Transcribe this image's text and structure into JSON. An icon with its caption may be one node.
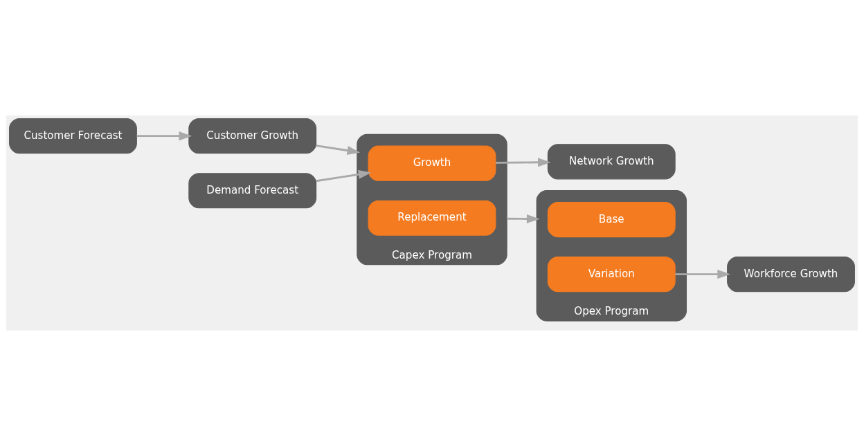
{
  "diagram": {
    "nodes": [
      {
        "text": [
          "Customer Forecast"
        ]
      },
      {
        "text": [
          "Customer Growth"
        ]
      },
      {
        "text": [
          "Demand Forecast"
        ]
      },
      {
        "text": [
          "Capex Program"
        ]
      },
      {
        "text": [
          "Growth"
        ],
        "in": 3
      },
      {
        "text": [
          "Replacement"
        ],
        "in": 3
      },
      {
        "text": [
          "Network Growth"
        ]
      },
      {
        "text": [
          "Opex Program"
        ]
      },
      {
        "text": [
          "Base"
        ],
        "in": 7
      },
      {
        "text": [
          "Variation"
        ],
        "in": 7
      },
      {
        "text": [
          "Workforce Growth"
        ]
      }
    ],
    "edges": [
      {
        "from": 0,
        "to": 1,
        "arrow": "to"
      },
      {
        "from": 1,
        "to": 3,
        "arrow": "to"
      },
      {
        "from": 2,
        "to": 4,
        "arrow": "to"
      },
      {
        "from": 4,
        "to": 6,
        "arrow": "to"
      },
      {
        "from": 3,
        "to": 7,
        "arrow": "to"
      },
      {
        "from": 9,
        "to": 10,
        "arrow": "to"
      }
    ]
  }
}
